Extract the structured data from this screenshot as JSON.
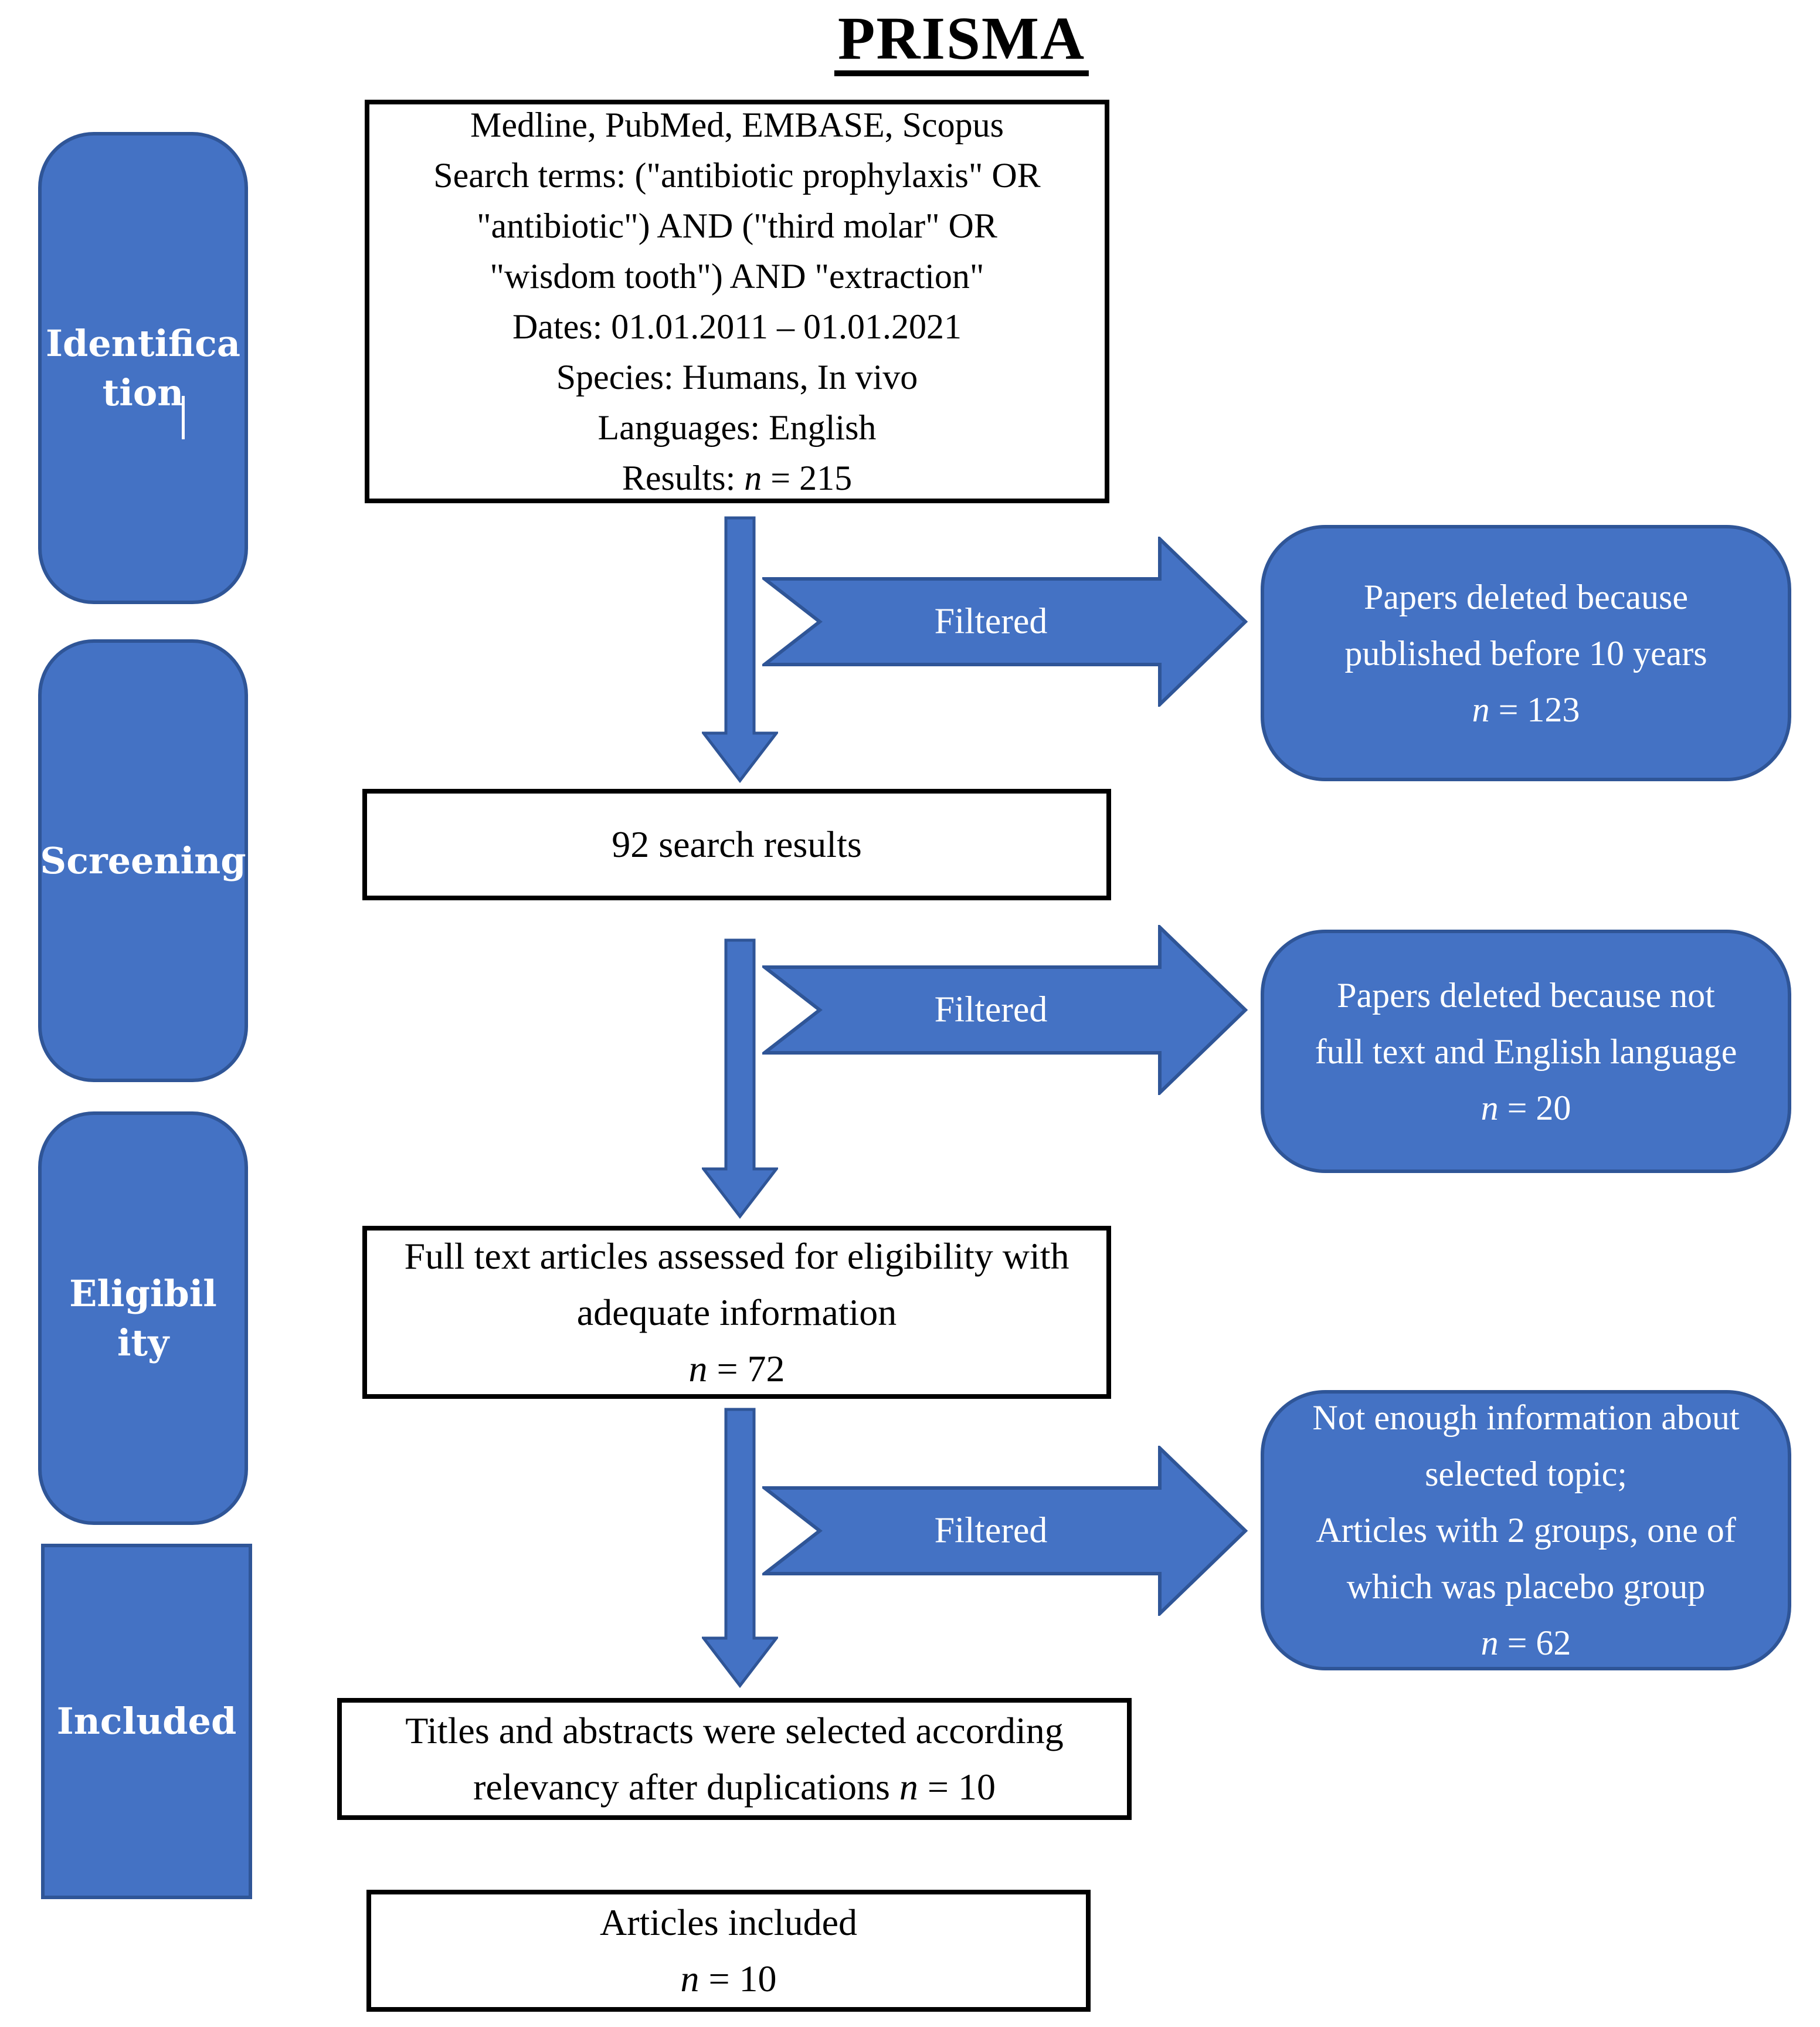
{
  "title": "PRISMA",
  "colors": {
    "accent": "#4472C4",
    "accent_border": "#2F5597",
    "box_border": "#000000",
    "background": "#ffffff"
  },
  "sidebar": {
    "stages": [
      {
        "id": "identification",
        "lines": [
          "Identifica",
          "tion"
        ],
        "cursor": true
      },
      {
        "id": "screening",
        "lines": [
          "Screening"
        ],
        "cursor": false
      },
      {
        "id": "eligibility",
        "lines": [
          "Eligibil",
          "ity"
        ],
        "cursor": false
      },
      {
        "id": "included",
        "lines": [
          "Included"
        ],
        "cursor": false
      }
    ]
  },
  "flow": {
    "search_box": {
      "lines": [
        "Medline, PubMed, EMBASE, Scopus",
        "Search terms: (\"antibiotic prophylaxis\" OR",
        "\"antibiotic\") AND (\"third molar\" OR",
        "\"wisdom tooth\") AND \"extraction\"",
        "Dates: 01.01.2011 – 01.01.2021",
        "Species: Humans, In vivo",
        "Languages: English",
        "Results: n = 215"
      ]
    },
    "results_box": {
      "lines": [
        "92 search results"
      ]
    },
    "fulltext_box": {
      "lines": [
        "Full text articles assessed for eligibility with",
        "adequate information",
        "n = 72"
      ]
    },
    "titles_box": {
      "lines": [
        "Titles and abstracts were selected according",
        "relevancy after duplications n = 10"
      ]
    },
    "included_box": {
      "lines": [
        "Articles included",
        "n = 10"
      ]
    }
  },
  "side_boxes": [
    {
      "lines": [
        "Papers deleted because",
        "published before 10 years",
        "n = 123"
      ]
    },
    {
      "lines": [
        "Papers deleted because not",
        "full text and English language",
        "n = 20"
      ]
    },
    {
      "lines": [
        "Not enough information about",
        "selected topic;",
        "Articles with 2 groups, one of",
        "which was placebo group",
        "n = 62"
      ]
    }
  ],
  "arrows": {
    "filtered_label": "Filtered"
  }
}
